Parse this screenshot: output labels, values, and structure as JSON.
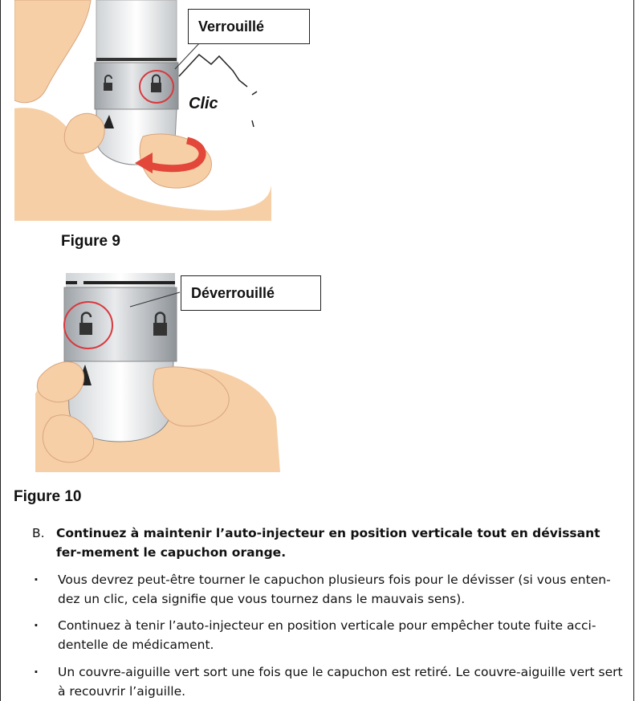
{
  "figure9": {
    "label": "Verrouillé",
    "sound": "Clic",
    "caption": "Figure 9"
  },
  "figure10": {
    "label": "Déverrouillé",
    "caption": "Figure 10"
  },
  "instructions": {
    "step_marker": "B.",
    "step_text": "Continuez à maintenir l’auto-injecteur en position verticale tout en dévissant fer-mement le capuchon orange.",
    "bullets": [
      {
        "marker": "·",
        "text": "Vous devrez peut-être tourner le capuchon plusieurs fois pour le dévisser (si vous enten-dez un clic, cela signifie que vous tournez dans le mauvais sens)."
      },
      {
        "marker": "·",
        "text": "Continuez à tenir l’auto-injecteur en position verticale pour empêcher toute fuite acci-dentelle de médicament."
      },
      {
        "marker": "·",
        "text": "Un couvre-aiguille vert sort une fois que le capuchon est retiré. Le couvre-aiguille vert sert à recouvrir l’aiguille."
      }
    ]
  },
  "colors": {
    "skin": "#f6cfa6",
    "skin_shadow": "#e3a87c",
    "metal": "#b8bcc0",
    "highlight_circle": "#d8393e",
    "arrow": "#e2473a"
  }
}
